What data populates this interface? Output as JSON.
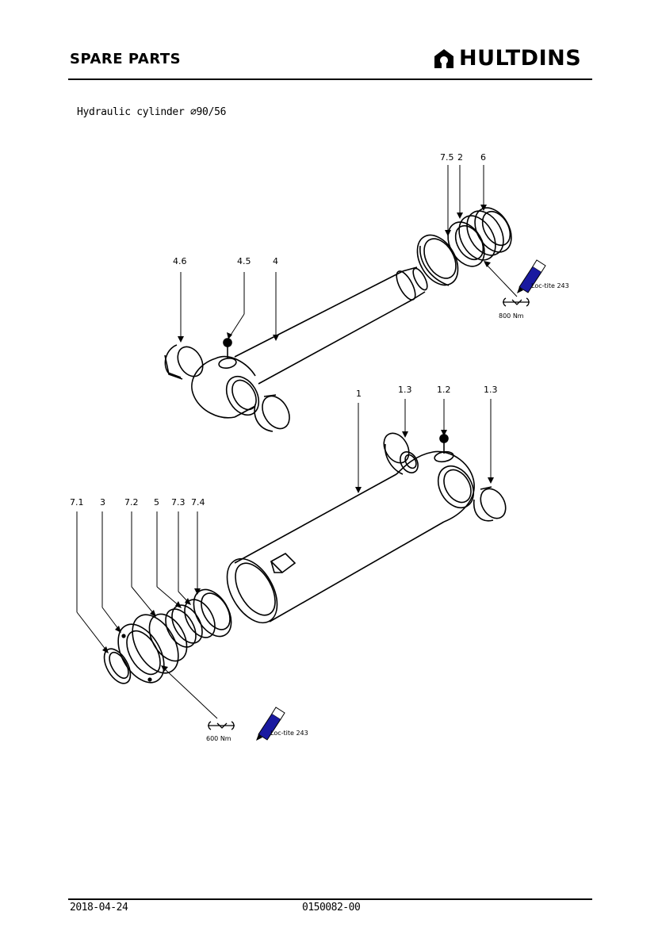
{
  "header": {
    "title": "SPARE PARTS",
    "brand": "HULTDINS"
  },
  "subtitle": "Hydraulic cylinder ⌀90/56",
  "callouts": {
    "rod_end_sleeve": "4.6",
    "grease_nipple_rod": "4.5",
    "piston_rod": "4",
    "piston_seal": "7.5",
    "piston": "2",
    "piston_nut": "6",
    "cylinder_tube": "1",
    "bushing_top": "1.3",
    "grease_nipple_tube": "1.2",
    "bushing_right": "1.3",
    "wiper": "7.1",
    "gland": "3",
    "gland_oring": "7.2",
    "rod_guide": "5",
    "rod_seal": "7.3",
    "backup_ring": "7.4"
  },
  "notes": {
    "locktite_upper": "Loc-tite 243",
    "torque_upper": "800 Nm",
    "locktite_lower": "Loc-tite 243",
    "torque_lower": "600 Nm"
  },
  "colors": {
    "locktite_bottle": "#1a1aa0"
  },
  "footer": {
    "date": "2018-04-24",
    "doc_number": "0150082-00"
  }
}
